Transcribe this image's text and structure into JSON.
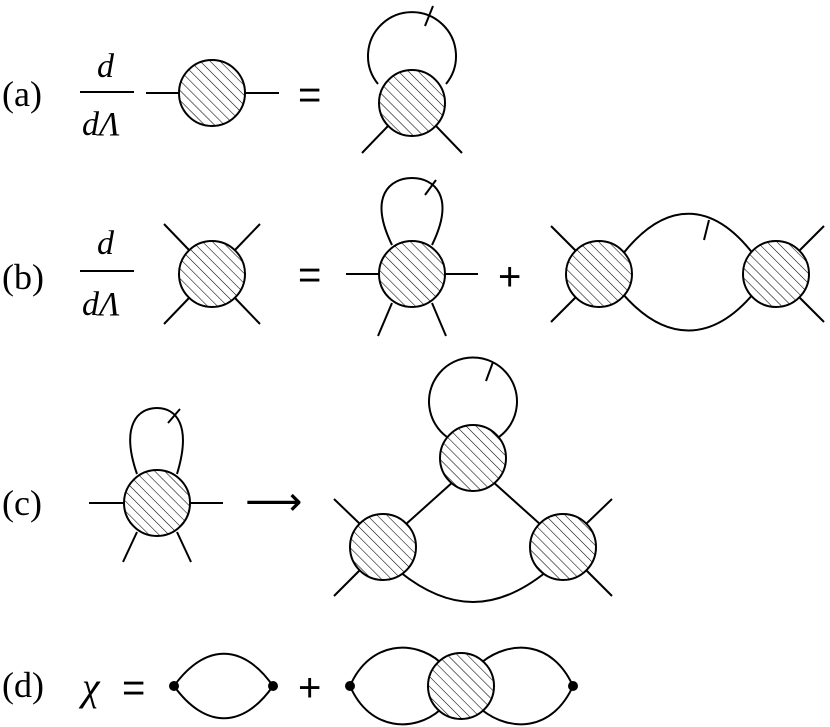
{
  "rows": {
    "a": {
      "label": "(a)",
      "d_numerator": "d",
      "d_denominator": "dΛ",
      "equals": "="
    },
    "b": {
      "label": "(b)",
      "d_numerator": "d",
      "d_denominator": "dΛ",
      "equals": "=",
      "plus": "+"
    },
    "c": {
      "label": "(c)",
      "arrow": "⟶"
    },
    "d": {
      "label": "(d)",
      "chi": "χ",
      "equals": "=",
      "plus": "+"
    }
  }
}
